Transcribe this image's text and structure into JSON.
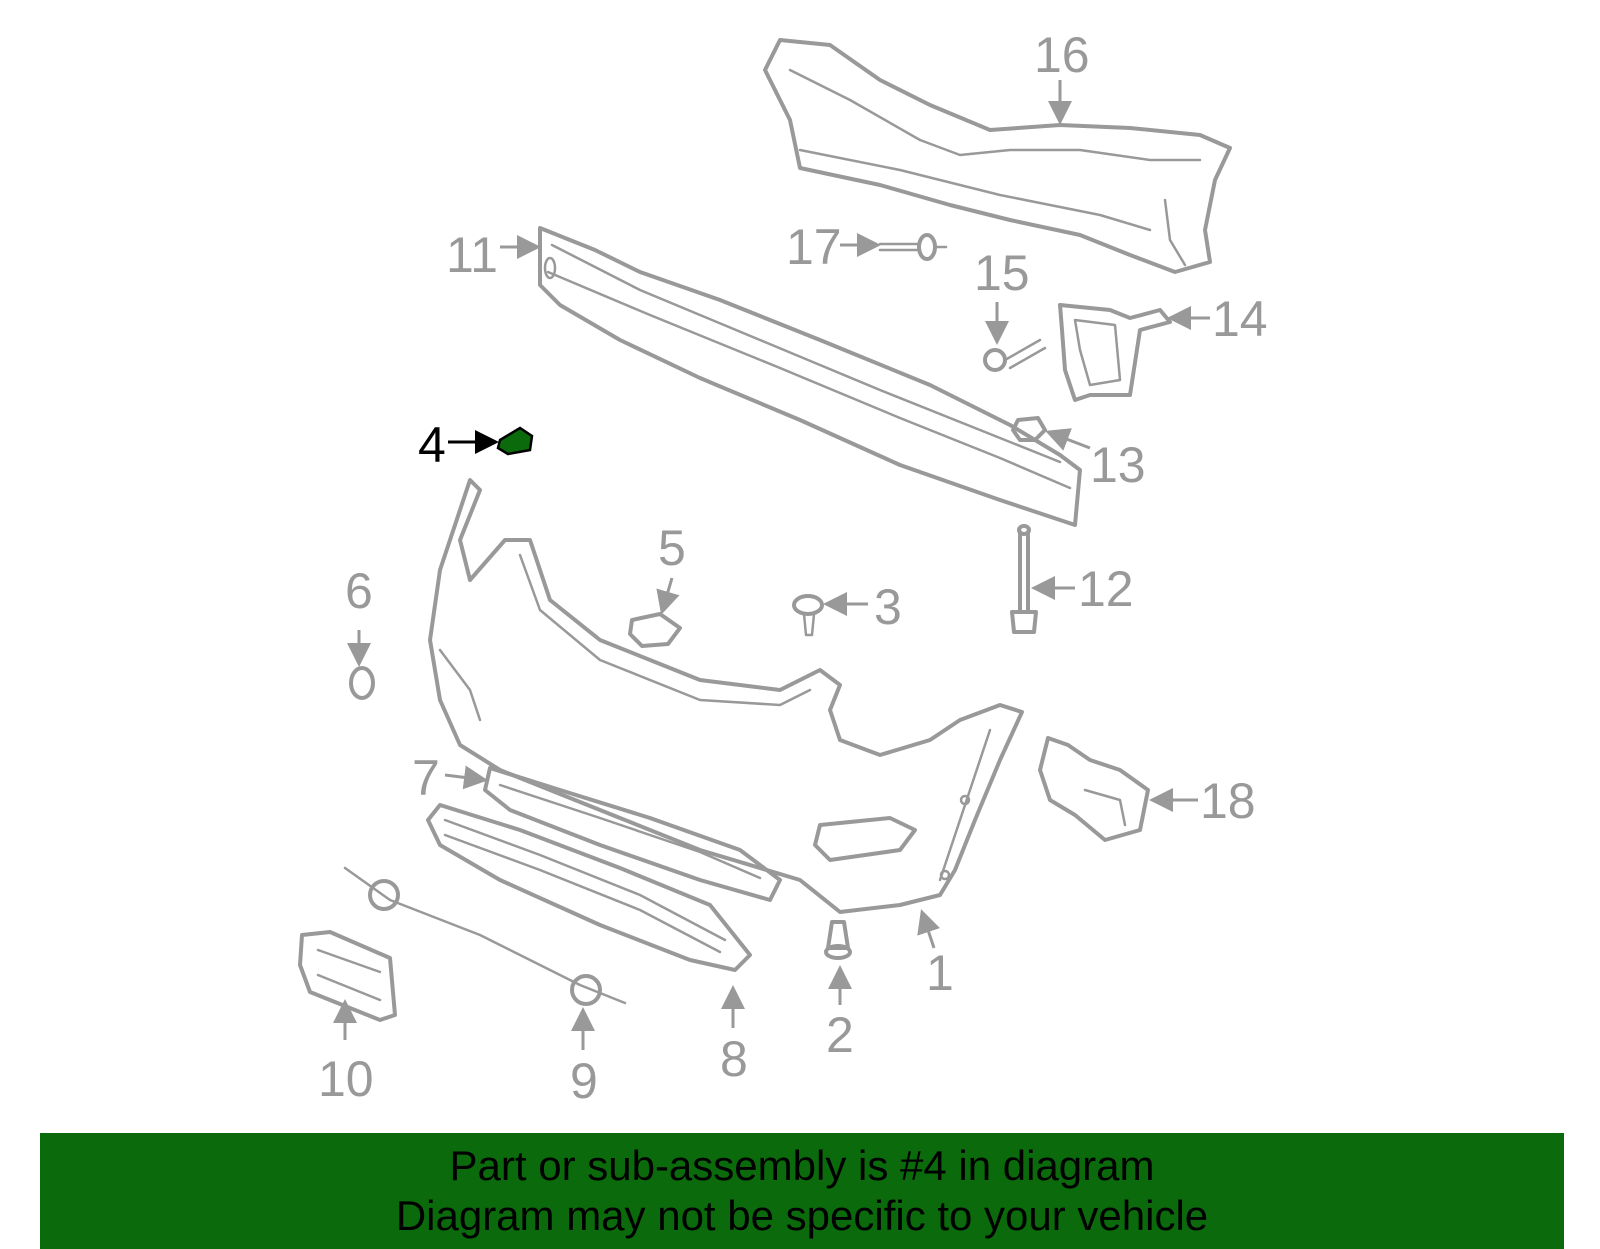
{
  "highlight_color": "#0b6a0b",
  "part_color": "#999999",
  "callouts": {
    "c1": "1",
    "c2": "2",
    "c3": "3",
    "c4": "4",
    "c5": "5",
    "c6": "6",
    "c7": "7",
    "c8": "8",
    "c9": "9",
    "c10": "10",
    "c11": "11",
    "c12": "12",
    "c13": "13",
    "c14": "14",
    "c15": "15",
    "c16": "16",
    "c17": "17",
    "c18": "18"
  },
  "highlighted_part": "4",
  "banner": {
    "line1": "Part or sub-assembly is #4 in diagram",
    "line2": "Diagram may not be specific to your vehicle"
  }
}
